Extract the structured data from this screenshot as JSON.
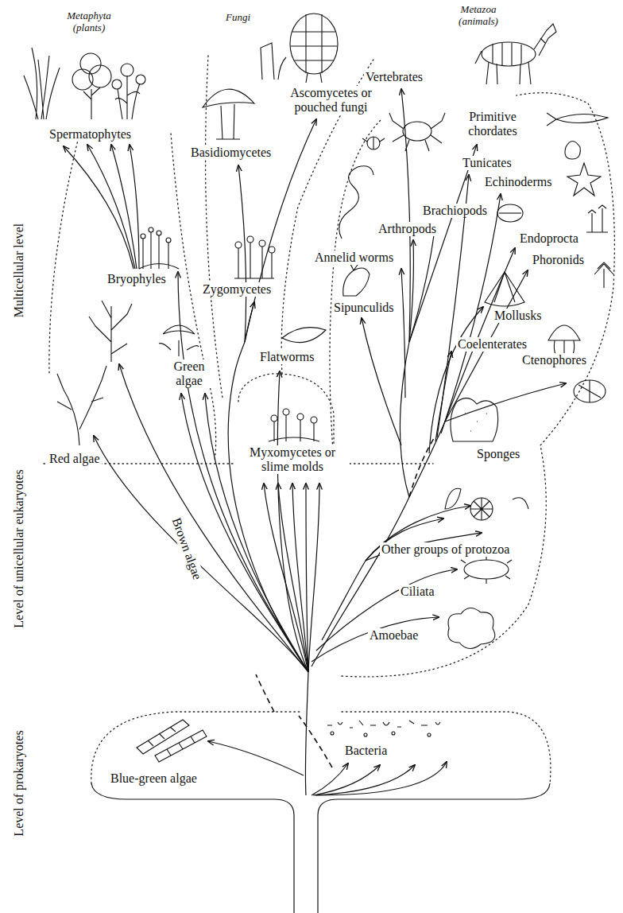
{
  "diagram": {
    "labels": [
      "Metaphyta (plants)",
      "Fungi",
      "Metazoa (animals)",
      "Vertebrates",
      "Ascomycetes or pouched fungi",
      "Spermatophytes",
      "Basidiomycetes",
      "Primitive chordates",
      "Tunicates",
      "Echinoderms",
      "Brachiopods",
      "Arthropods",
      "Endoprocta",
      "Annelid worms",
      "Phoronids",
      "Bryophyles",
      "Zygomycetes",
      "Sipunculids",
      "Mollusks",
      "Coelenterates",
      "Flatworms",
      "Ctenophores",
      "Green algae",
      "Red algae",
      "Myxomycetes or slime molds",
      "Sponges",
      "Brown algae",
      "Other groups of protozoa",
      "Ciliata",
      "Amoebae",
      "Bacteria",
      "Blue-green algae",
      "Multicellular level",
      "Level of unicellular eukaryotes",
      "Level of prokaryotes"
    ]
  }
}
